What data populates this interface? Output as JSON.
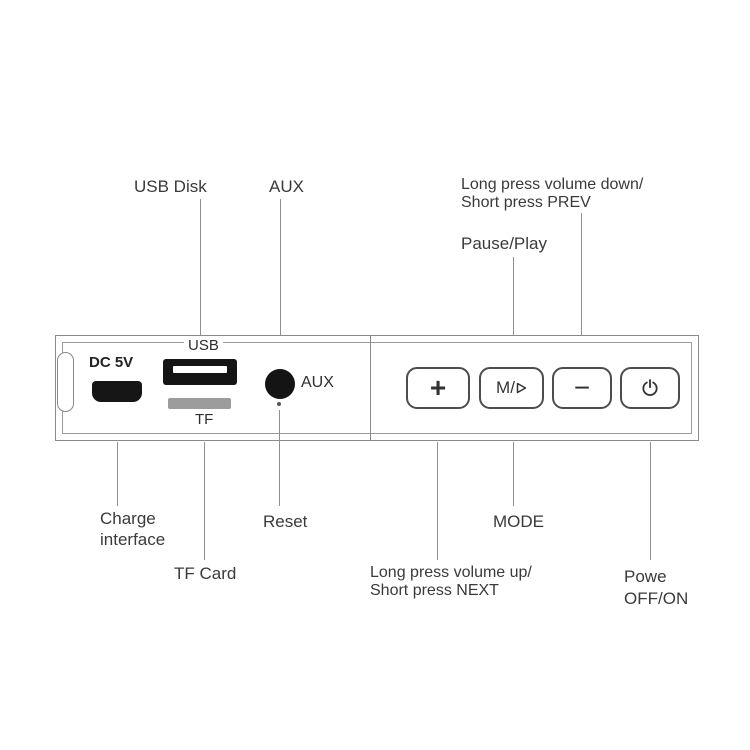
{
  "colors": {
    "line": "#8f8f8f",
    "text": "#3a3a3a",
    "panel_border": "#8a8a8a",
    "port_black": "#141414",
    "tf_gray": "#9c9c9c"
  },
  "top_labels": {
    "usb_disk": "USB Disk",
    "aux": "AUX",
    "vol_down_1": "Long press volume down/",
    "vol_down_2": "Short press PREV",
    "pause_play": "Pause/Play"
  },
  "panel": {
    "dc_5v": "DC 5V",
    "usb_port_label": "USB",
    "tf_slot_label": "TF",
    "aux_jack_label": "AUX",
    "button_plus": "+",
    "button_mode_text": "M/",
    "button_minus": "−"
  },
  "icons": {
    "play": "play-icon",
    "power": "power-icon"
  },
  "bottom_labels": {
    "charge_1": "Charge",
    "charge_2": "interface",
    "reset": "Reset",
    "tf_card": "TF Card",
    "mode": "MODE",
    "vol_up_1": "Long press volume up/",
    "vol_up_2": "Short press NEXT",
    "power_1": "Powe",
    "power_2": "OFF/ON"
  }
}
